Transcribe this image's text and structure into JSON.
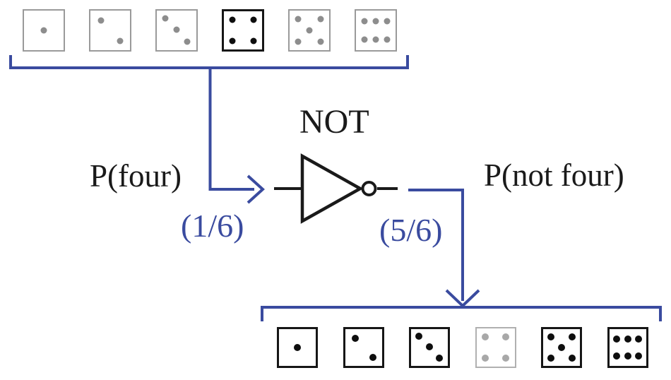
{
  "labels": {
    "input_probability": "P(four)",
    "input_probability_value": "(1/6)",
    "gate": "NOT",
    "output_probability": "P(not four)",
    "output_probability_value": "(5/6)"
  },
  "colors": {
    "accent_blue": "#3a4b9f",
    "ink": "#1a1a1a",
    "die_muted_border": "#9a9a9a",
    "die_muted_dot": "#8d8d8d",
    "die_muted_light_border": "#b0b0b0",
    "die_muted_light_dot": "#a8a8a8",
    "die_active_border": "#161616",
    "die_active_dot": "#0e0e0e"
  },
  "sample_space_top": {
    "description": "all six die faces, only four highlighted",
    "dice": [
      {
        "face": 1,
        "variant": "muted"
      },
      {
        "face": 2,
        "variant": "muted"
      },
      {
        "face": 3,
        "variant": "muted"
      },
      {
        "face": 4,
        "variant": "active"
      },
      {
        "face": 5,
        "variant": "muted"
      },
      {
        "face": 6,
        "variant": "muted"
      }
    ]
  },
  "sample_space_bottom": {
    "description": "all six die faces, four grayed out",
    "dice": [
      {
        "face": 1,
        "variant": "active"
      },
      {
        "face": 2,
        "variant": "active"
      },
      {
        "face": 3,
        "variant": "active"
      },
      {
        "face": 4,
        "variant": "muted-light"
      },
      {
        "face": 5,
        "variant": "active"
      },
      {
        "face": 6,
        "variant": "active"
      }
    ]
  }
}
